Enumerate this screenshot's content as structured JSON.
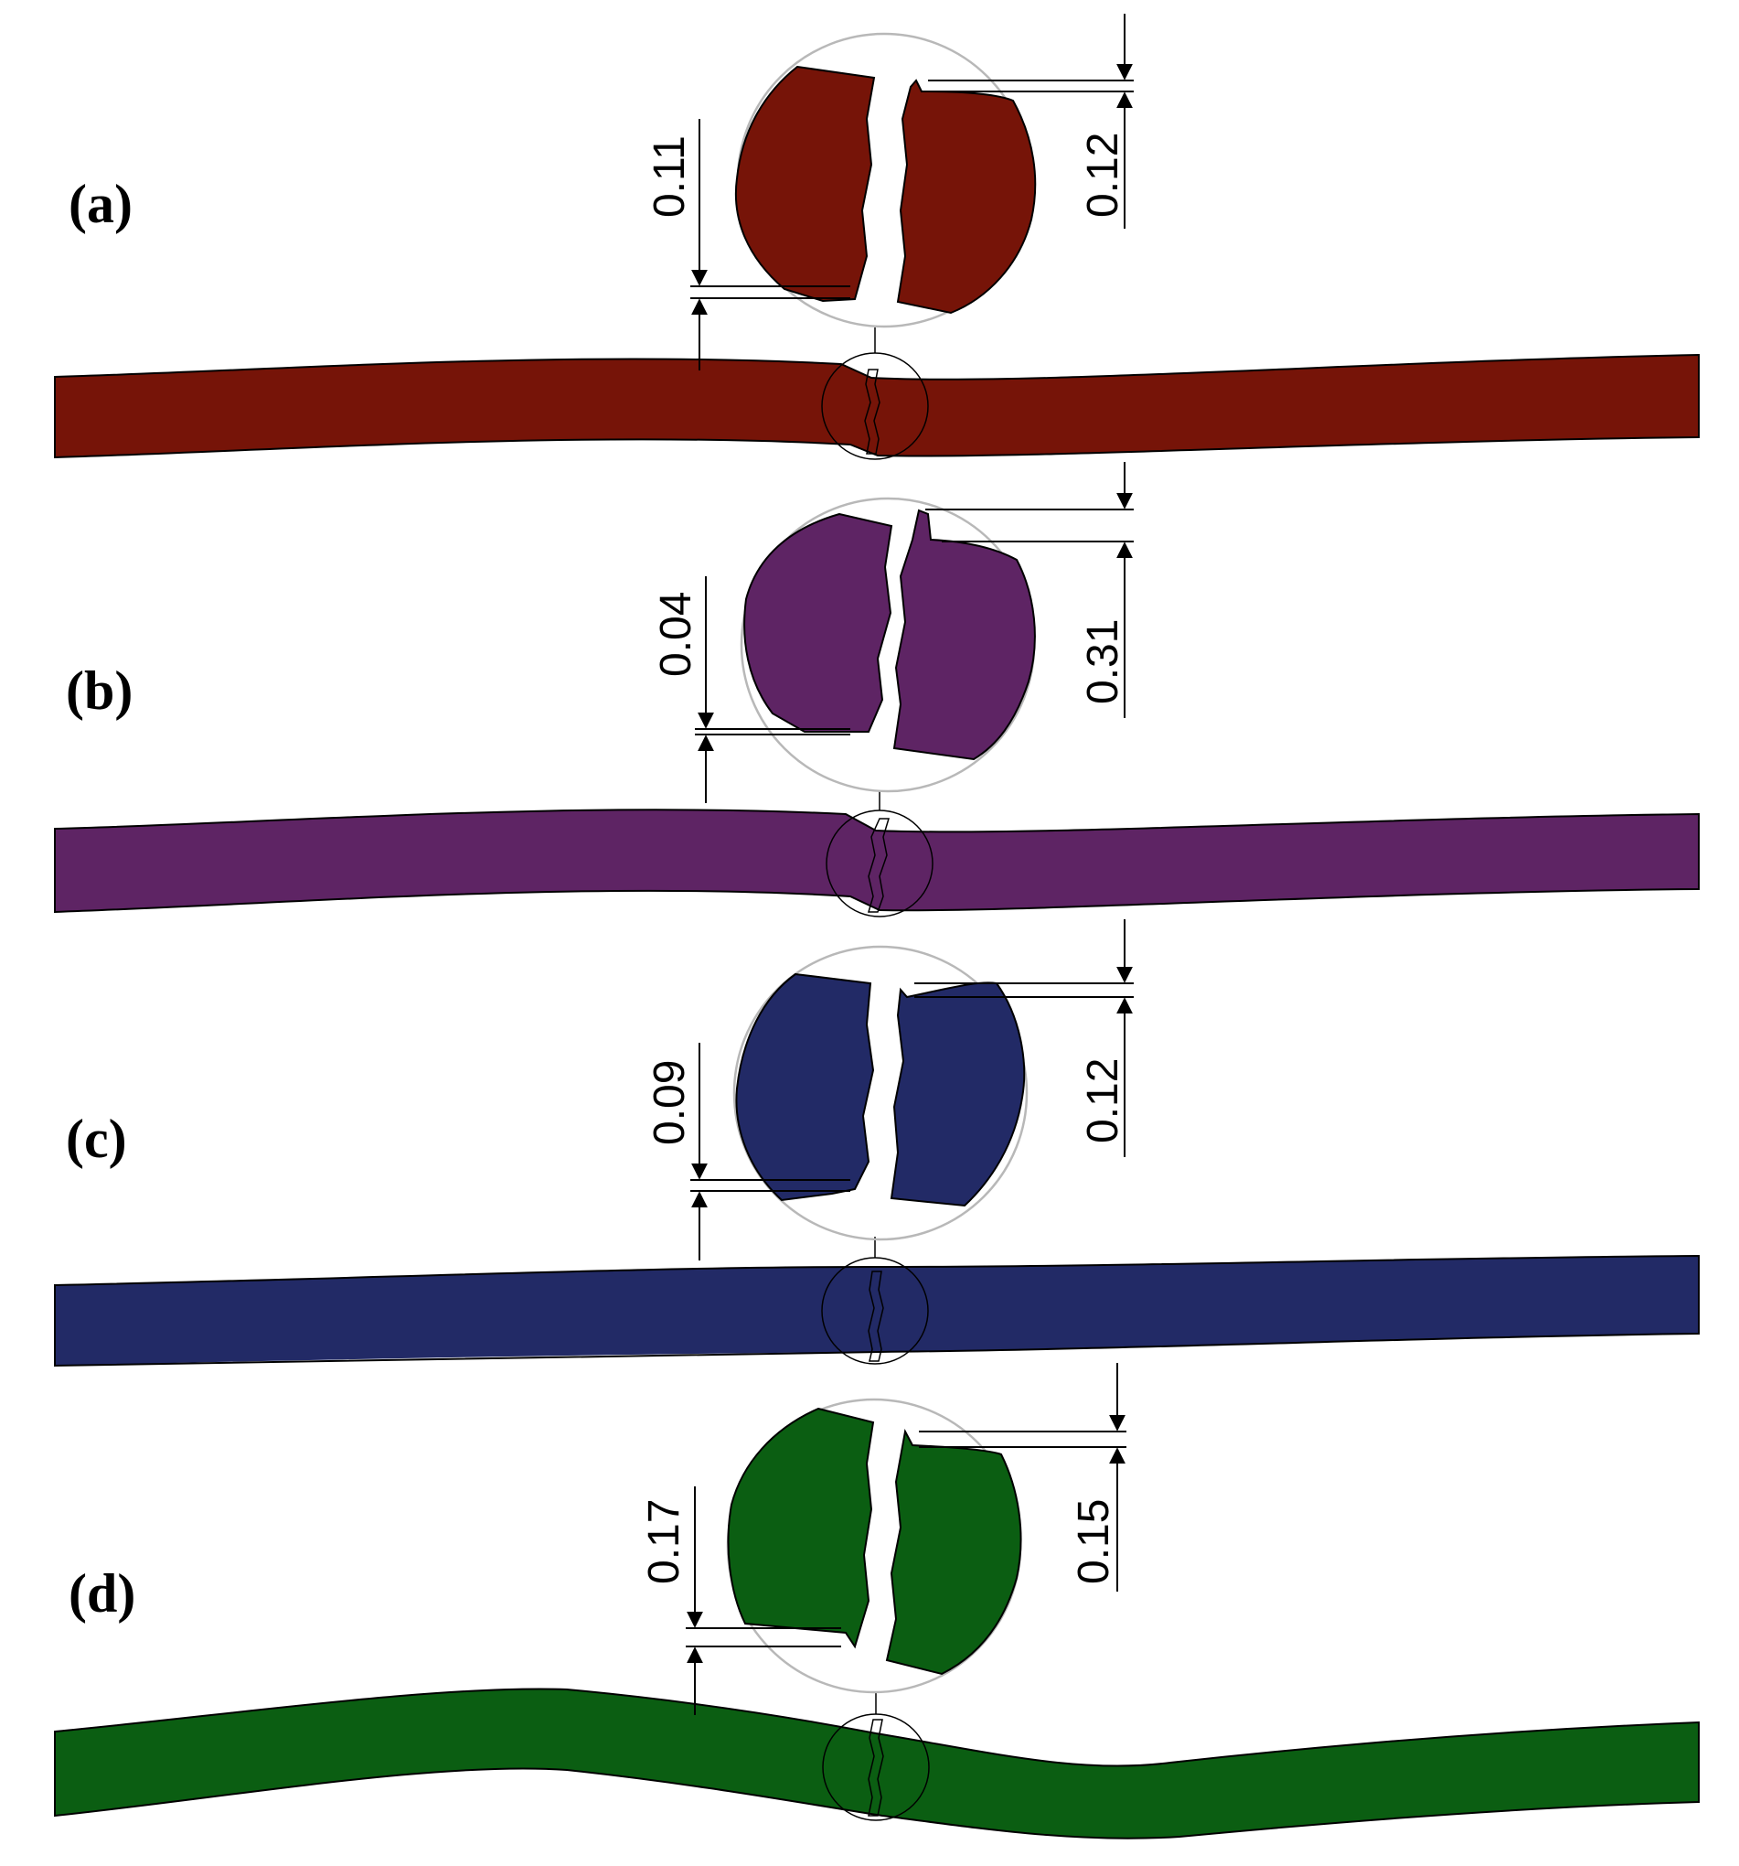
{
  "panels": [
    {
      "id": "a",
      "label": "(a)",
      "color": "#761408",
      "dim_left": "0.11",
      "dim_right": "0.12"
    },
    {
      "id": "b",
      "label": "(b)",
      "color": "#5e2464",
      "dim_left": "0.04",
      "dim_right": "0.31"
    },
    {
      "id": "c",
      "label": "(c)",
      "color": "#222a66",
      "dim_left": "0.09",
      "dim_right": "0.12"
    },
    {
      "id": "d",
      "label": "(d)",
      "color": "#0b5e12",
      "dim_left": "0.17",
      "dim_right": "0.15"
    }
  ]
}
